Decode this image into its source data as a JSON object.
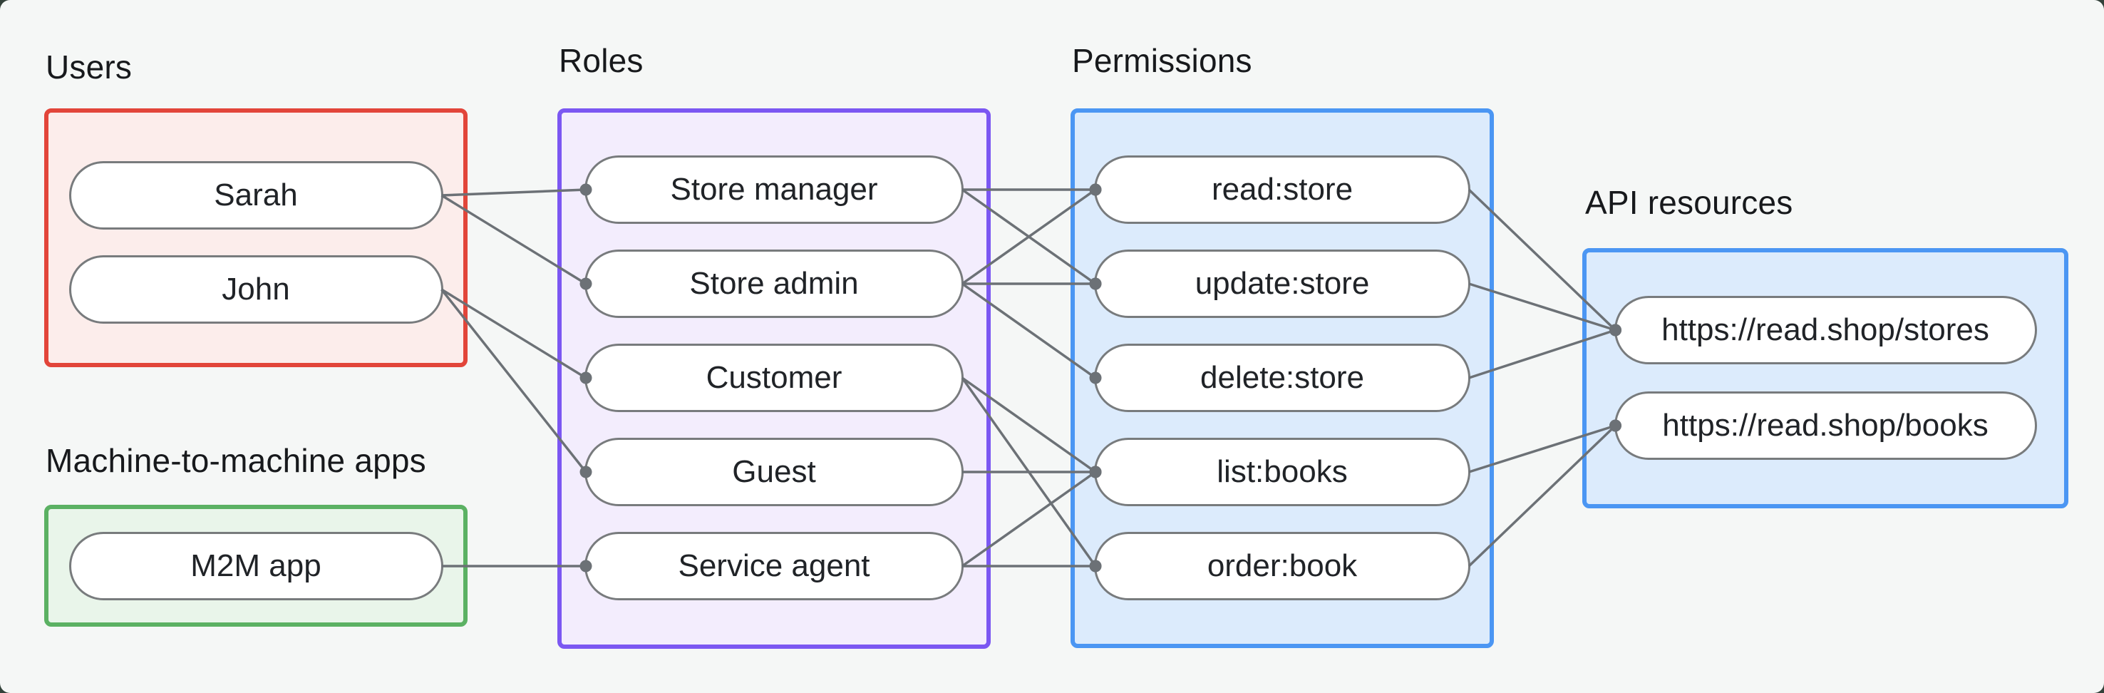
{
  "canvas": {
    "background": "#f5f7f6",
    "outside_background": "#33413a"
  },
  "colors": {
    "edge": "#6c7176",
    "dot": "#6c7176",
    "pill_border": "#787b7d",
    "pill_fill": "#ffffff",
    "pill_text": "#202327",
    "label_text": "#17191c"
  },
  "groups": [
    {
      "id": "users",
      "label": "Users",
      "colors": {
        "border": "#e2453a",
        "fill": "#fcedeb"
      },
      "nodes": [
        {
          "id": "sarah",
          "label": "Sarah"
        },
        {
          "id": "john",
          "label": "John"
        }
      ]
    },
    {
      "id": "m2m",
      "label": "Machine-to-machine apps",
      "colors": {
        "border": "#5bb163",
        "fill": "#e9f5ea"
      },
      "nodes": [
        {
          "id": "m2m-app",
          "label": "M2M app"
        }
      ]
    },
    {
      "id": "roles",
      "label": "Roles",
      "colors": {
        "border": "#7b57f2",
        "fill": "#f3edfd"
      },
      "nodes": [
        {
          "id": "store-manager",
          "label": "Store manager"
        },
        {
          "id": "store-admin",
          "label": "Store admin"
        },
        {
          "id": "customer",
          "label": "Customer"
        },
        {
          "id": "guest",
          "label": "Guest"
        },
        {
          "id": "service-agent",
          "label": "Service agent"
        }
      ]
    },
    {
      "id": "permissions",
      "label": "Permissions",
      "colors": {
        "border": "#4b96f3",
        "fill": "#dcebfc"
      },
      "nodes": [
        {
          "id": "read-store",
          "label": "read:store"
        },
        {
          "id": "update-store",
          "label": "update:store"
        },
        {
          "id": "delete-store",
          "label": "delete:store"
        },
        {
          "id": "list-books",
          "label": "list:books"
        },
        {
          "id": "order-book",
          "label": "order:book"
        }
      ]
    },
    {
      "id": "api",
      "label": "API resources",
      "colors": {
        "border": "#4b96f3",
        "fill": "#dcebfc"
      },
      "nodes": [
        {
          "id": "stores-api",
          "label": "https://read.shop/stores"
        },
        {
          "id": "books-api",
          "label": "https://read.shop/books"
        }
      ]
    }
  ],
  "connections": [
    {
      "from": "sarah",
      "to": "store-manager"
    },
    {
      "from": "sarah",
      "to": "store-admin"
    },
    {
      "from": "john",
      "to": "customer"
    },
    {
      "from": "john",
      "to": "guest"
    },
    {
      "from": "m2m-app",
      "to": "service-agent"
    },
    {
      "from": "store-manager",
      "to": "read-store"
    },
    {
      "from": "store-manager",
      "to": "update-store"
    },
    {
      "from": "store-admin",
      "to": "read-store"
    },
    {
      "from": "store-admin",
      "to": "update-store"
    },
    {
      "from": "store-admin",
      "to": "delete-store"
    },
    {
      "from": "customer",
      "to": "list-books"
    },
    {
      "from": "customer",
      "to": "order-book"
    },
    {
      "from": "guest",
      "to": "list-books"
    },
    {
      "from": "service-agent",
      "to": "list-books"
    },
    {
      "from": "service-agent",
      "to": "order-book"
    },
    {
      "from": "read-store",
      "to": "stores-api"
    },
    {
      "from": "update-store",
      "to": "stores-api"
    },
    {
      "from": "delete-store",
      "to": "stores-api"
    },
    {
      "from": "list-books",
      "to": "books-api"
    },
    {
      "from": "order-book",
      "to": "books-api"
    }
  ]
}
